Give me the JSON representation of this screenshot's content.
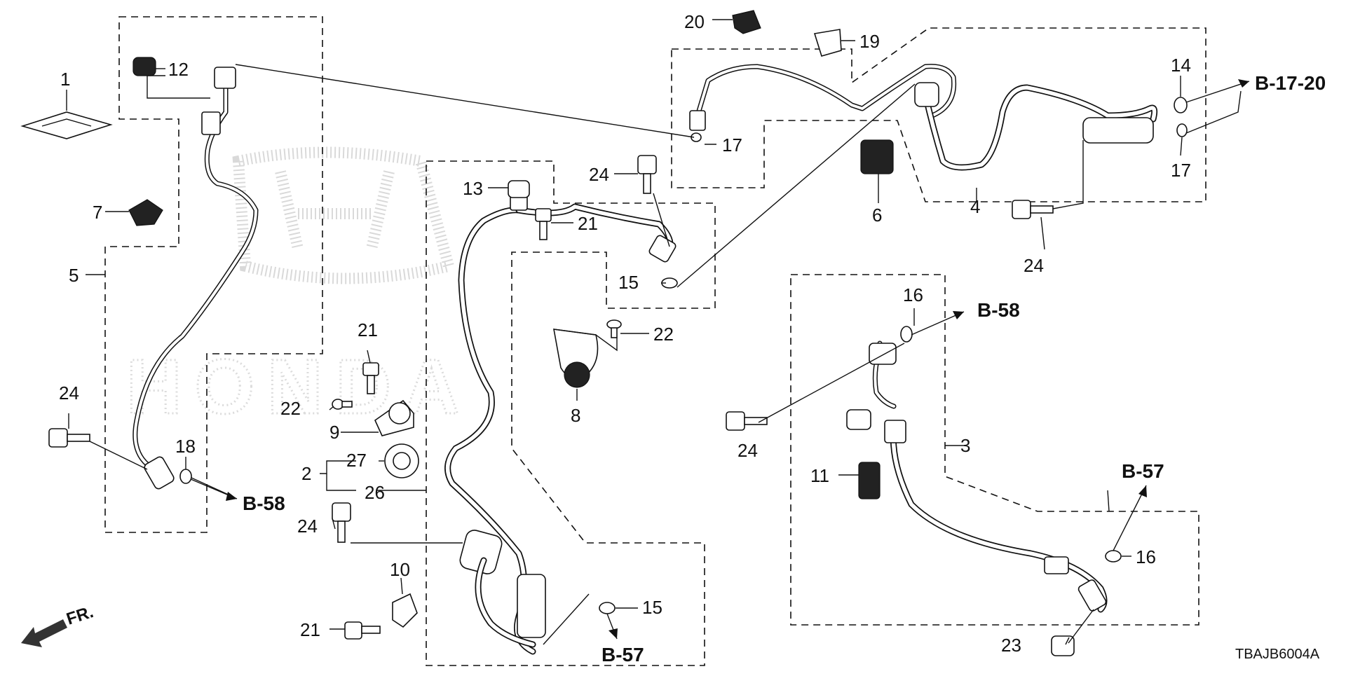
{
  "diagram": {
    "drawing_code": "TBAJB6004A",
    "direction_label": "FR.",
    "watermark_text": "HONDA",
    "callouts": {
      "c1": "1",
      "c2": "2",
      "c3": "3",
      "c4": "4",
      "c5": "5",
      "c6": "6",
      "c7": "7",
      "c8": "8",
      "c9": "9",
      "c10": "10",
      "c11": "11",
      "c12": "12",
      "c13": "13",
      "c14": "14",
      "c15a": "15",
      "c15b": "15",
      "c16a": "16",
      "c16b": "16",
      "c17a": "17",
      "c17b": "17",
      "c18": "18",
      "c19": "19",
      "c20": "20",
      "c21a": "21",
      "c21b": "21",
      "c21c": "21",
      "c22a": "22",
      "c22b": "22",
      "c23": "23",
      "c24a": "24",
      "c24b": "24",
      "c24c": "24",
      "c24d": "24",
      "c24e": "24",
      "c26": "26",
      "c27": "27"
    },
    "refs": {
      "r1": "B-17-20",
      "r2": "B-58",
      "r3": "B-58",
      "r4": "B-57",
      "r5": "B-57"
    }
  }
}
